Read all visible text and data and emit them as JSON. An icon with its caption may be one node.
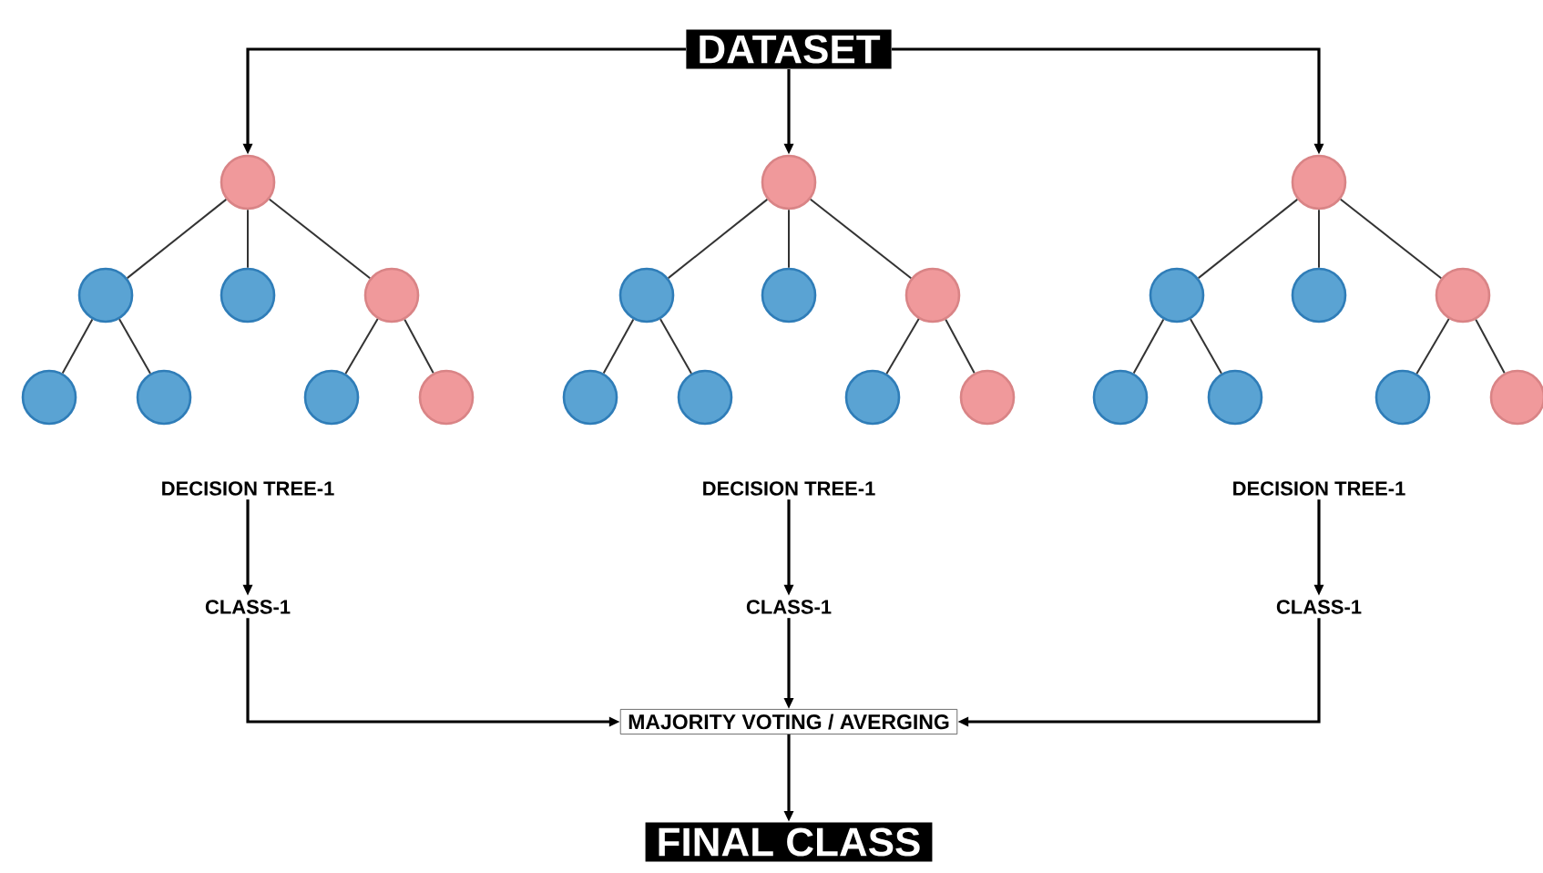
{
  "diagram": {
    "nodes": [
      {
        "text": [
          "DATASET"
        ]
      },
      {
        "text": [],
        "shape": "circle"
      },
      {
        "text": [],
        "shape": "circle"
      },
      {
        "text": [],
        "shape": "circle"
      },
      {
        "text": [],
        "shape": "circle"
      },
      {
        "text": [],
        "shape": "circle"
      },
      {
        "text": [],
        "shape": "circle"
      },
      {
        "text": [],
        "shape": "circle"
      },
      {
        "text": [],
        "shape": "circle"
      },
      {
        "text": [
          "DECISION TREE-1"
        ]
      },
      {
        "text": [
          "CLASS-1"
        ]
      },
      {
        "text": [],
        "shape": "circle"
      },
      {
        "text": [],
        "shape": "circle"
      },
      {
        "text": [],
        "shape": "circle"
      },
      {
        "text": [],
        "shape": "circle"
      },
      {
        "text": [],
        "shape": "circle"
      },
      {
        "text": [],
        "shape": "circle"
      },
      {
        "text": [],
        "shape": "circle"
      },
      {
        "text": [],
        "shape": "circle"
      },
      {
        "text": [
          "DECISION TREE-1"
        ]
      },
      {
        "text": [
          "CLASS-1"
        ]
      },
      {
        "text": [],
        "shape": "circle"
      },
      {
        "text": [],
        "shape": "circle"
      },
      {
        "text": [],
        "shape": "circle"
      },
      {
        "text": [],
        "shape": "circle"
      },
      {
        "text": [],
        "shape": "circle"
      },
      {
        "text": [],
        "shape": "circle"
      },
      {
        "text": [],
        "shape": "circle"
      },
      {
        "text": [],
        "shape": "circle"
      },
      {
        "text": [
          "DECISION TREE-1"
        ]
      },
      {
        "text": [
          "CLASS-1"
        ]
      },
      {
        "text": [
          "MAJORITY VOTING / AVERGING"
        ]
      },
      {
        "text": [
          "FINAL CLASS"
        ]
      }
    ],
    "edges": [
      {
        "from": 0,
        "to": 1,
        "arrow": "to"
      },
      {
        "from": 0,
        "to": 11,
        "arrow": "to"
      },
      {
        "from": 0,
        "to": 21,
        "arrow": "to"
      },
      {
        "from": 1,
        "to": 2,
        "arrow": "none"
      },
      {
        "from": 1,
        "to": 3,
        "arrow": "none"
      },
      {
        "from": 1,
        "to": 4,
        "arrow": "none"
      },
      {
        "from": 2,
        "to": 5,
        "arrow": "none"
      },
      {
        "from": 2,
        "to": 6,
        "arrow": "none"
      },
      {
        "from": 4,
        "to": 7,
        "arrow": "none"
      },
      {
        "from": 4,
        "to": 8,
        "arrow": "none"
      },
      {
        "from": 9,
        "to": 10,
        "arrow": "to"
      },
      {
        "from": 10,
        "to": 31,
        "arrow": "to"
      },
      {
        "from": 11,
        "to": 12,
        "arrow": "none"
      },
      {
        "from": 11,
        "to": 13,
        "arrow": "none"
      },
      {
        "from": 11,
        "to": 14,
        "arrow": "none"
      },
      {
        "from": 12,
        "to": 15,
        "arrow": "none"
      },
      {
        "from": 12,
        "to": 16,
        "arrow": "none"
      },
      {
        "from": 14,
        "to": 17,
        "arrow": "none"
      },
      {
        "from": 14,
        "to": 18,
        "arrow": "none"
      },
      {
        "from": 19,
        "to": 20,
        "arrow": "to"
      },
      {
        "from": 20,
        "to": 31,
        "arrow": "to"
      },
      {
        "from": 21,
        "to": 22,
        "arrow": "none"
      },
      {
        "from": 21,
        "to": 23,
        "arrow": "none"
      },
      {
        "from": 21,
        "to": 24,
        "arrow": "none"
      },
      {
        "from": 22,
        "to": 25,
        "arrow": "none"
      },
      {
        "from": 22,
        "to": 26,
        "arrow": "none"
      },
      {
        "from": 24,
        "to": 27,
        "arrow": "none"
      },
      {
        "from": 24,
        "to": 28,
        "arrow": "none"
      },
      {
        "from": 29,
        "to": 30,
        "arrow": "to"
      },
      {
        "from": 30,
        "to": 31,
        "arrow": "to"
      },
      {
        "from": 31,
        "to": 32,
        "arrow": "to"
      }
    ]
  }
}
